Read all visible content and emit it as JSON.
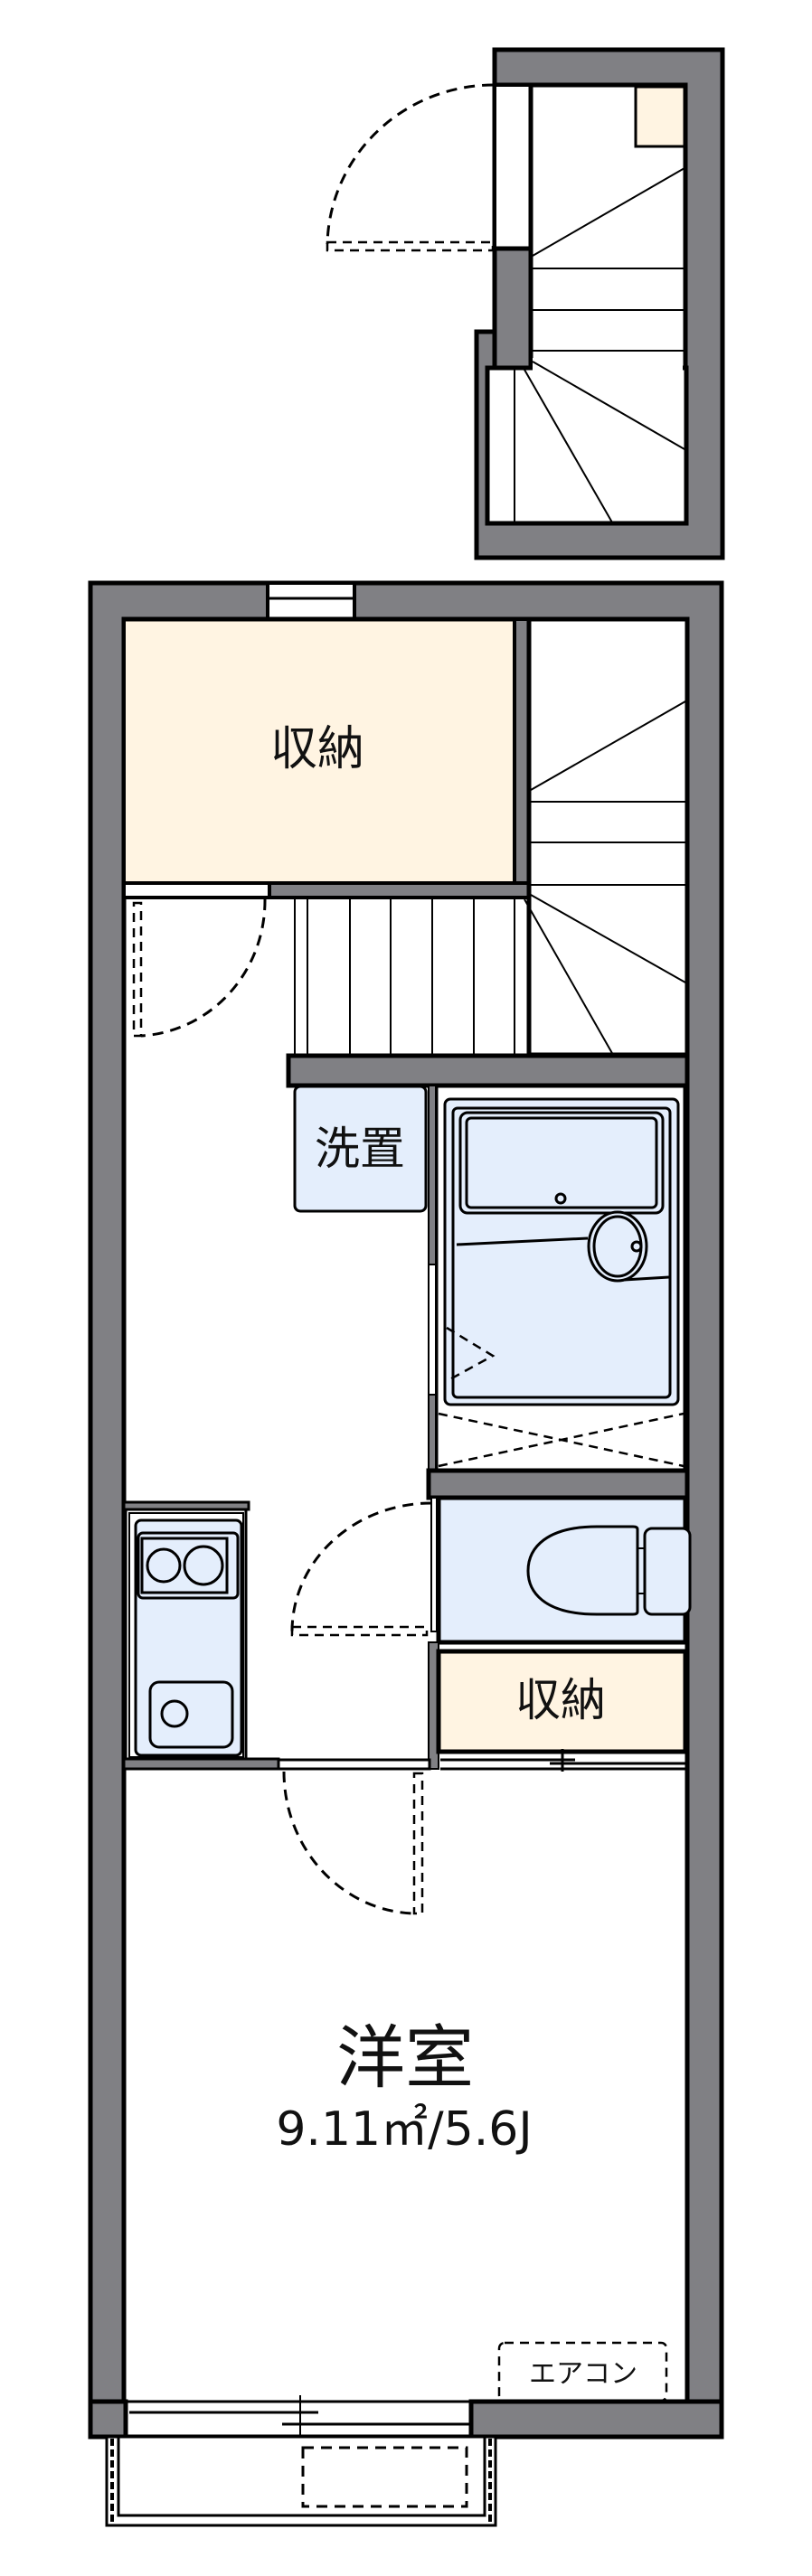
{
  "floorplan": {
    "colors": {
      "wall": "#808084",
      "storage_fill": "#fff4e2",
      "wet_fill": "#e4eefc",
      "floor": "#ffffff",
      "line": "#000000"
    },
    "rooms": {
      "storage_top": {
        "label": "収納"
      },
      "washer_space": {
        "label": "洗置"
      },
      "storage_small": {
        "label": "収納"
      },
      "western_room": {
        "label": "洋室",
        "area": "9.11㎡/5.6J"
      },
      "aircon": {
        "label": "エアコン"
      }
    },
    "fixtures": [
      "stairs-upper",
      "stairs-main",
      "unit-bath",
      "toilet",
      "kitchen-counter",
      "two-burner-stove",
      "sink",
      "balcony",
      "outdoor-unit"
    ]
  }
}
